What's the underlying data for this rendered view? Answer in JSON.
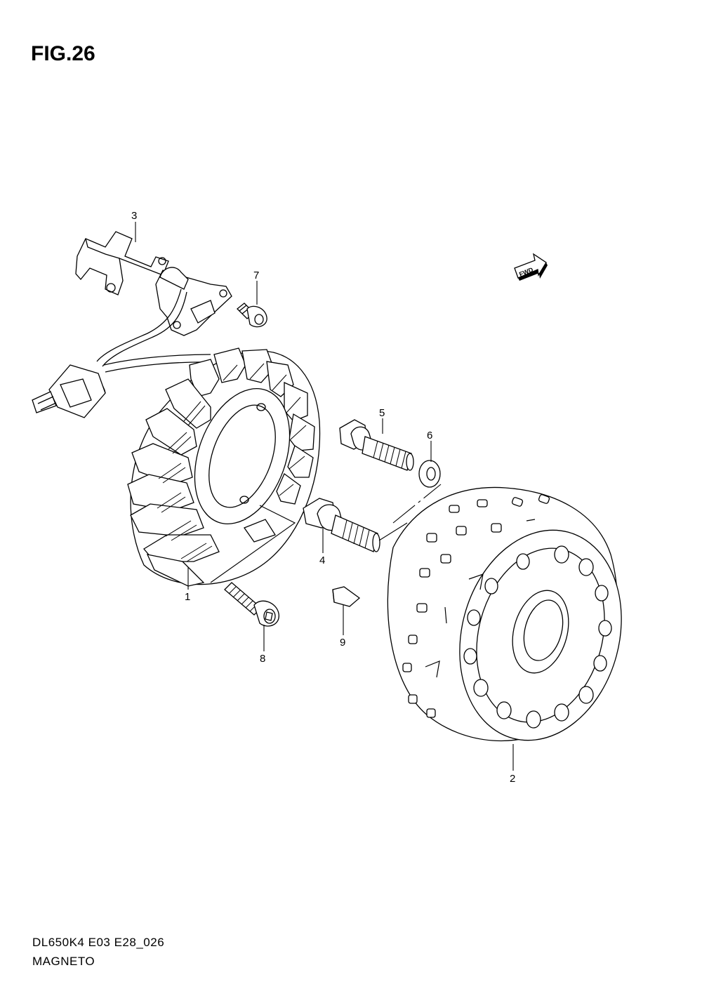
{
  "figure": {
    "title": "FIG.26",
    "code": "DL650K4 E03 E28_026",
    "name": "MAGNETO",
    "fwd_label": "FWD"
  },
  "callouts": {
    "c1": "1",
    "c2": "2",
    "c3": "3",
    "c4": "4",
    "c5": "5",
    "c6": "6",
    "c7": "7",
    "c8": "8",
    "c9": "9"
  }
}
